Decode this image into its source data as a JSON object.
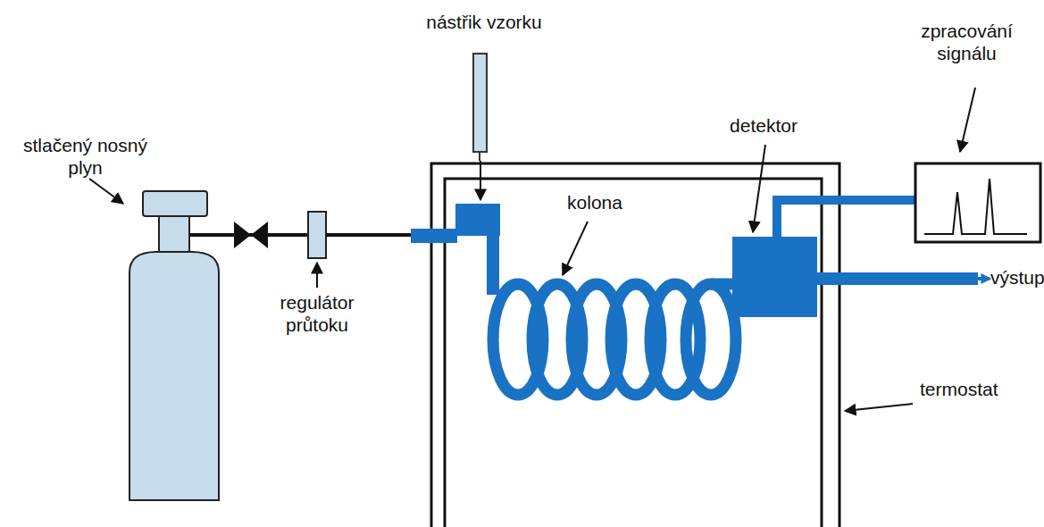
{
  "diagram": {
    "labels": [
      "nástřik vzorku",
      "zpracování signálu",
      "stlačený nosný plyn",
      "detektor",
      "kolona",
      "výstup",
      "regulátor průtoku",
      "termostat"
    ]
  }
}
